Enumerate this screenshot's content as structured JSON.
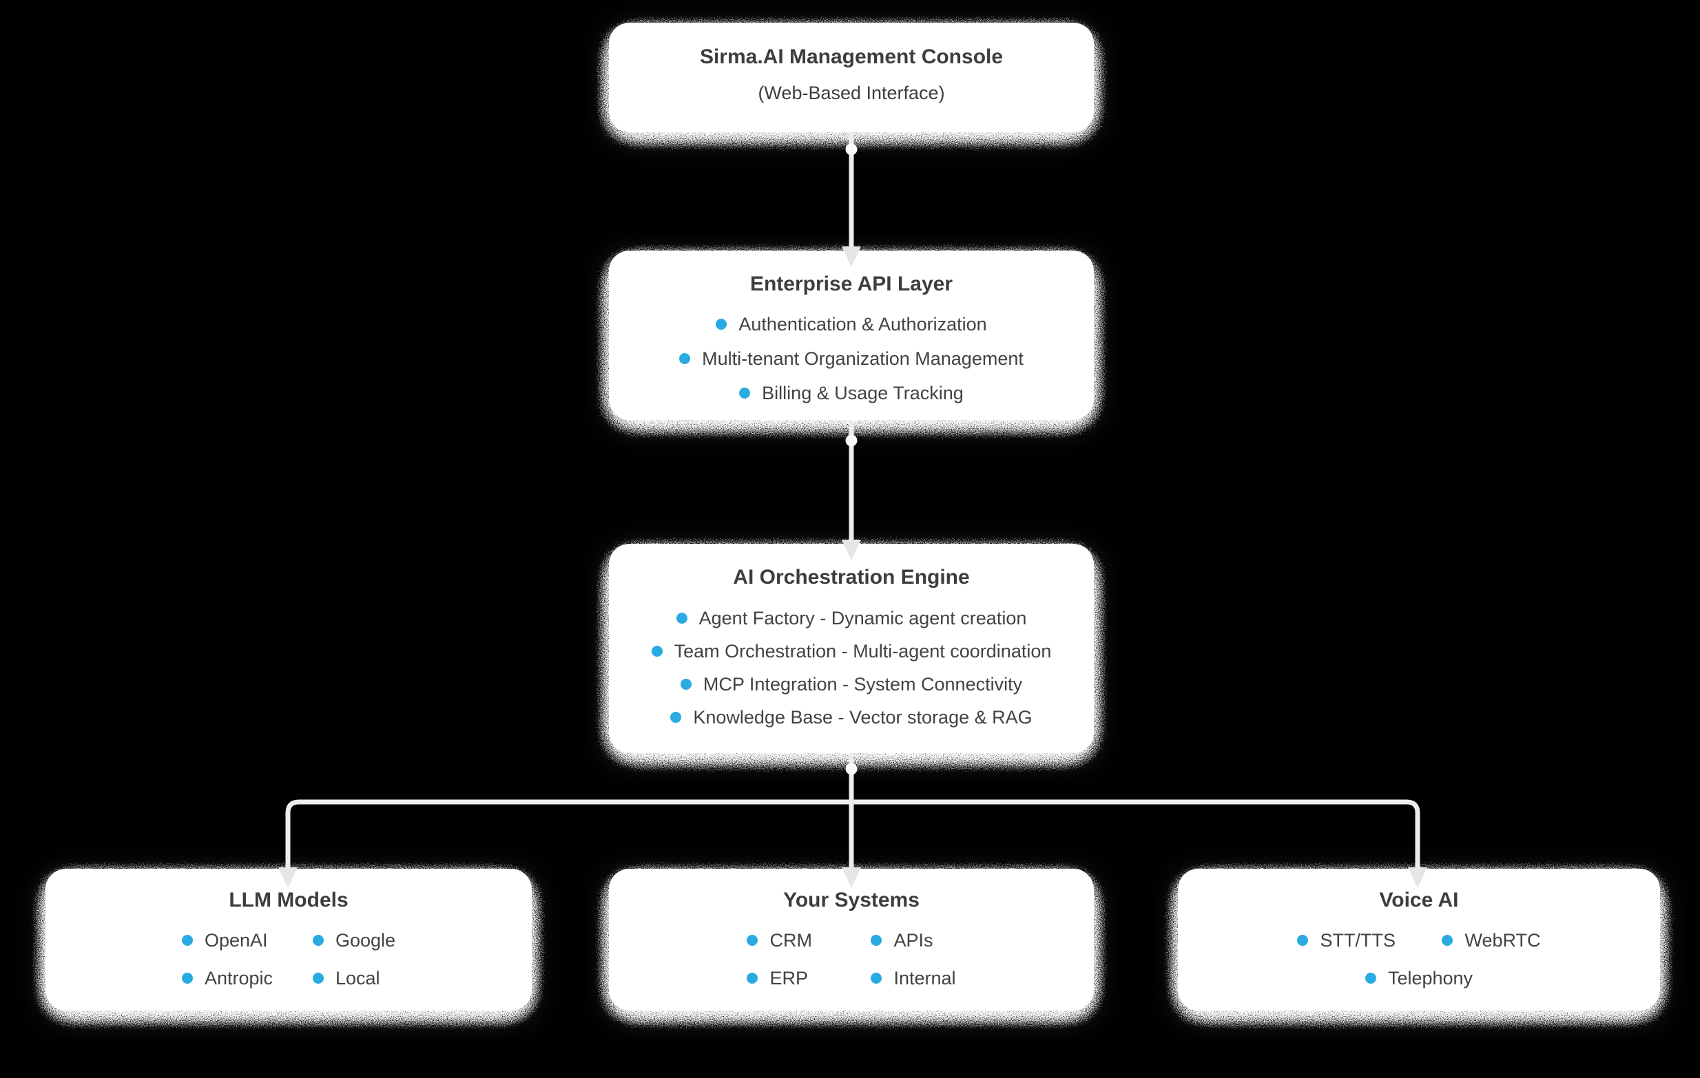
{
  "colors": {
    "background": "#000000",
    "box_bg": "#ffffff",
    "title_text": "#3d3d3d",
    "body_text": "#424242",
    "bullet_blue": "#29ABE2",
    "connector": "#ededed",
    "arrow": "#e6e6e6",
    "connector_dot": "#fafafa"
  },
  "nodes": {
    "console": {
      "title": "Sirma.AI Management Console",
      "subtitle": "(Web-Based Interface)"
    },
    "api_layer": {
      "title": "Enterprise API Layer",
      "items": [
        "Authentication & Authorization",
        "Multi-tenant Organization Management",
        "Billing & Usage Tracking"
      ]
    },
    "orchestration": {
      "title": "AI Orchestration Engine",
      "items": [
        "Agent Factory - Dynamic agent creation",
        "Team Orchestration - Multi-agent coordination",
        "MCP Integration - System Connectivity",
        "Knowledge Base - Vector storage & RAG"
      ]
    },
    "llm_models": {
      "title": "LLM Models",
      "items": [
        "OpenAI",
        "Google",
        "Antropic",
        "Local"
      ]
    },
    "your_systems": {
      "title": "Your Systems",
      "items": [
        "CRM",
        "APIs",
        "ERP",
        "Internal"
      ]
    },
    "voice_ai": {
      "title": "Voice AI",
      "items": [
        "STT/TTS",
        "WebRTC",
        "Telephony"
      ]
    }
  },
  "edges": [
    {
      "from": "console",
      "to": "api_layer"
    },
    {
      "from": "api_layer",
      "to": "orchestration"
    },
    {
      "from": "orchestration",
      "to": "llm_models"
    },
    {
      "from": "orchestration",
      "to": "your_systems"
    },
    {
      "from": "orchestration",
      "to": "voice_ai"
    }
  ]
}
